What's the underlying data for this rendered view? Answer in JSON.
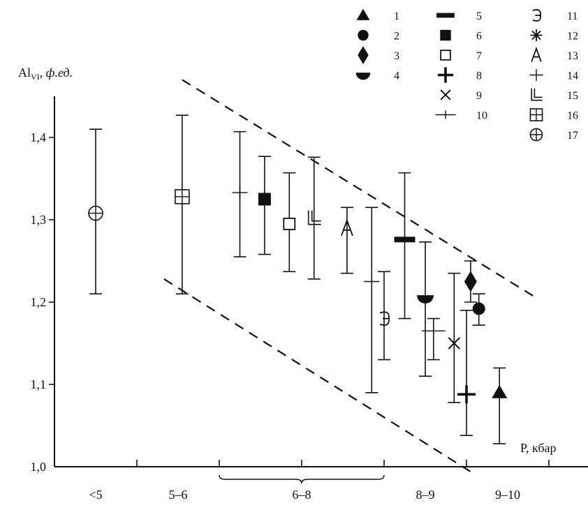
{
  "chart_data": {
    "type": "scatter",
    "ylabel_main": "Al",
    "ylabel_sub": "VI",
    "ylabel_unit": ", ф.ед.",
    "xlabel": "P, кбар",
    "ylim": [
      1.0,
      1.45
    ],
    "yticks": [
      "1,0",
      "1,1",
      "1,2",
      "1,3",
      "1,4"
    ],
    "ytick_values": [
      1.0,
      1.1,
      1.2,
      1.3,
      1.4
    ],
    "x_groups": [
      {
        "label": "<5",
        "x_from": 0,
        "x_to": 1
      },
      {
        "label": "5–6",
        "x_from": 1,
        "x_to": 2
      },
      {
        "label": "6–8",
        "x_from": 2,
        "x_to": 4
      },
      {
        "label": "8–9",
        "x_from": 4,
        "x_to": 5
      },
      {
        "label": "9–10",
        "x_from": 5,
        "x_to": 6
      }
    ],
    "bounds": [
      {
        "x": [
          1.55,
          5.85
        ],
        "y": [
          1.47,
          1.205
        ]
      },
      {
        "x": [
          1.33,
          5.05
        ],
        "y": [
          1.228,
          0.994
        ]
      }
    ],
    "points": [
      {
        "id": "17",
        "marker": "circle-plus",
        "x": 0.5,
        "y": 1.308,
        "low": 1.21,
        "high": 1.41
      },
      {
        "id": "16",
        "marker": "square-grid",
        "x": 1.55,
        "y": 1.328,
        "low": 1.21,
        "high": 1.427
      },
      {
        "id": "14",
        "marker": "plus-thin",
        "x": 2.25,
        "y": 1.333,
        "low": 1.255,
        "high": 1.407
      },
      {
        "id": "6",
        "marker": "square-filled",
        "x": 2.55,
        "y": 1.325,
        "low": 1.258,
        "high": 1.377
      },
      {
        "id": "7",
        "marker": "square-open",
        "x": 2.85,
        "y": 1.295,
        "low": 1.237,
        "high": 1.357
      },
      {
        "id": "15",
        "marker": "double-l",
        "x": 3.15,
        "y": 1.302,
        "low": 1.228,
        "high": 1.376
      },
      {
        "id": "13",
        "marker": "letter-a",
        "x": 3.55,
        "y": 1.29,
        "low": 1.235,
        "high": 1.315
      },
      {
        "id": "14",
        "marker": "plus-thin",
        "x": 3.85,
        "y": 1.225,
        "low": 1.09,
        "high": 1.315
      },
      {
        "id": "11",
        "marker": "letter-e",
        "x": 4.0,
        "y": 1.18,
        "low": 1.13,
        "high": 1.237
      },
      {
        "id": "5",
        "marker": "bar",
        "x": 4.25,
        "y": 1.276,
        "low": 1.18,
        "high": 1.357
      },
      {
        "id": "4",
        "marker": "half-circle",
        "x": 4.5,
        "y": 1.205,
        "low": 1.11,
        "high": 1.273
      },
      {
        "id": "10",
        "marker": "plus-line",
        "x": 4.6,
        "y": 1.165,
        "low": 1.13,
        "high": 1.18
      },
      {
        "id": "9",
        "marker": "cross-x",
        "x": 4.85,
        "y": 1.15,
        "low": 1.078,
        "high": 1.235
      },
      {
        "id": "3",
        "marker": "diamond",
        "x": 5.05,
        "y": 1.225,
        "low": 1.2,
        "high": 1.25
      },
      {
        "id": "2",
        "marker": "circle",
        "x": 5.15,
        "y": 1.192,
        "low": 1.172,
        "high": 1.21
      },
      {
        "id": "8",
        "marker": "plus-bold",
        "x": 5.0,
        "y": 1.088,
        "low": 1.038,
        "high": 1.19
      },
      {
        "id": "1",
        "marker": "triangle",
        "x": 5.4,
        "y": 1.09,
        "low": 1.028,
        "high": 1.12
      }
    ],
    "legend": [
      {
        "marker": "triangle",
        "label": "1"
      },
      {
        "marker": "circle",
        "label": "2"
      },
      {
        "marker": "diamond",
        "label": "3"
      },
      {
        "marker": "half-circle",
        "label": "4"
      },
      {
        "marker": "bar",
        "label": "5"
      },
      {
        "marker": "square-filled",
        "label": "6"
      },
      {
        "marker": "square-open",
        "label": "7"
      },
      {
        "marker": "plus-bold",
        "label": "8"
      },
      {
        "marker": "cross-x",
        "label": "9"
      },
      {
        "marker": "plus-line",
        "label": "10"
      },
      {
        "marker": "letter-e",
        "label": "11"
      },
      {
        "marker": "asterisk",
        "label": "12"
      },
      {
        "marker": "letter-a",
        "label": "13"
      },
      {
        "marker": "plus-thin",
        "label": "14"
      },
      {
        "marker": "double-l",
        "label": "15"
      },
      {
        "marker": "square-grid",
        "label": "16"
      },
      {
        "marker": "circle-plus",
        "label": "17"
      }
    ]
  }
}
